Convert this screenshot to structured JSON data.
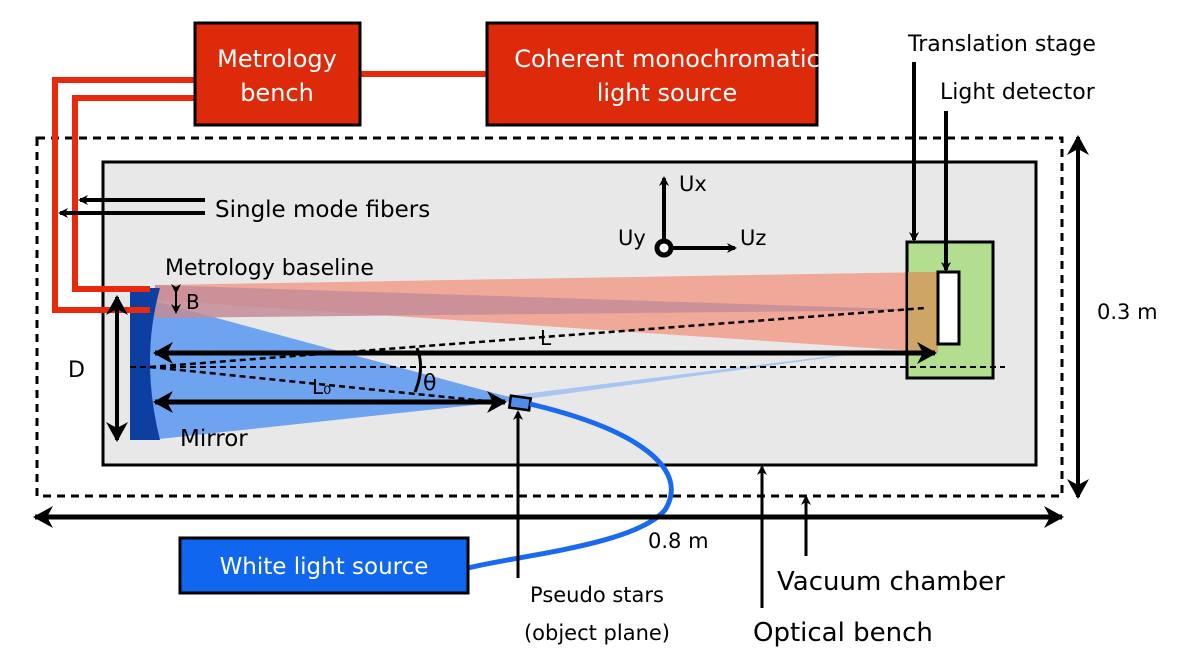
{
  "colors": {
    "red_box": "#dd2a0a",
    "red_fiber": "#e8290b",
    "blue_box": "#1166ee",
    "blue_fiber": "#1a6af0",
    "bench_fill": "#e8e8e8",
    "mirror": "#0d3fa0",
    "blue_beam": "#6ea3f0",
    "blue_beam_light": "#a9c6f2",
    "red_beam": "#f0a595",
    "red_beam_dark": "#c48c98",
    "stage_green": "#b3dd8f",
    "detector": "#ffffff"
  },
  "boxes": {
    "metrology_bench": [
      "Metrology",
      "bench"
    ],
    "coherent_source": [
      "Coherent monochromatic",
      "light source"
    ],
    "white_source": "White light source"
  },
  "labels": {
    "translation_stage": "Translation stage",
    "light_detector": "Light detector",
    "single_mode_fibers": "Single mode fibers",
    "metrology_baseline": "Metrology baseline",
    "B": "B",
    "D": "D",
    "L": "L",
    "L0": "L₀",
    "theta": "θ",
    "mirror": "Mirror",
    "axis_ux": "Ux",
    "axis_uy": "Uy",
    "axis_uz": "Uz",
    "height_dim": "0.3 m",
    "width_dim": "0.8 m",
    "pseudo_stars": [
      "Pseudo stars",
      "(object plane)"
    ],
    "vacuum_chamber": "Vacuum chamber",
    "optical_bench": "Optical bench"
  }
}
